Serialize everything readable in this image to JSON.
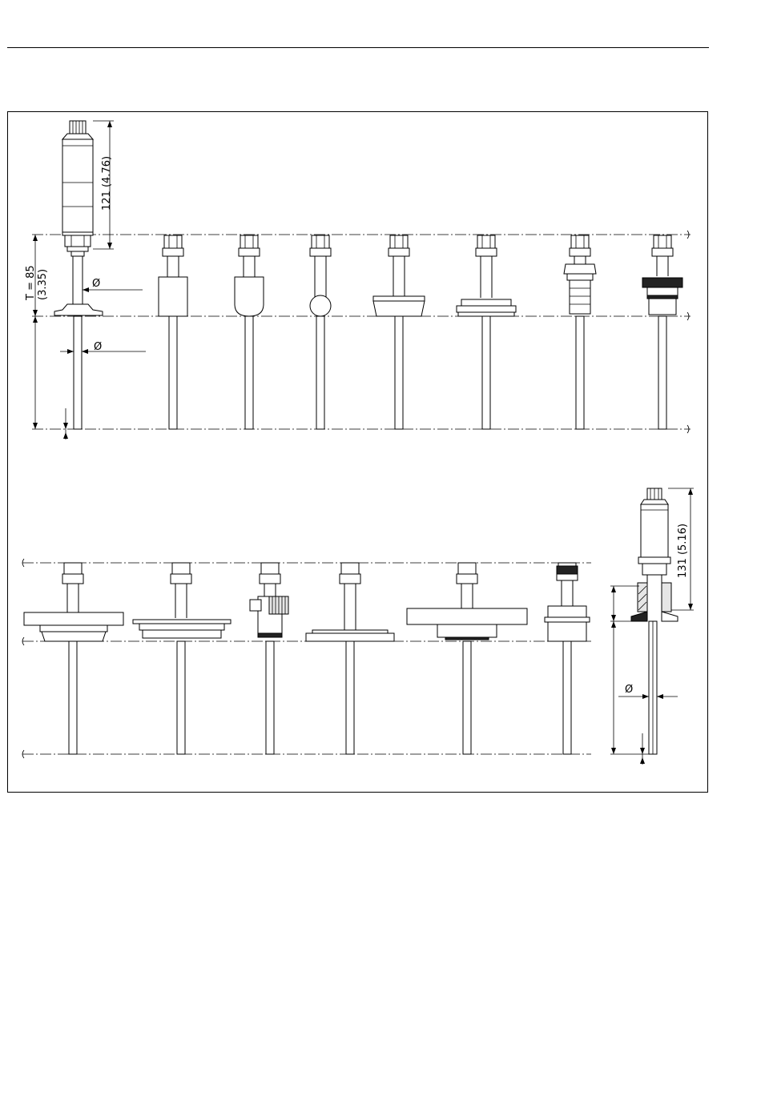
{
  "dimensions": {
    "head_height_top": "121 (4.76)",
    "immersion_T_label": "T = 85",
    "immersion_T_inch": "(3.35)",
    "diameter_symbol": "Ø",
    "head_height_bottom": "131 (5.16)"
  }
}
